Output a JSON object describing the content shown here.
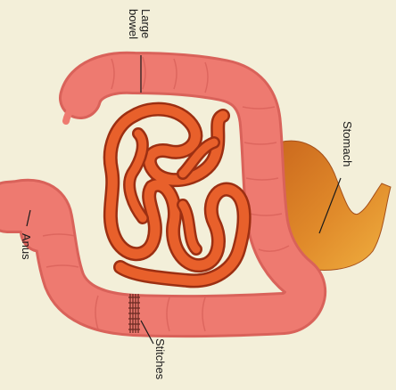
{
  "labels": {
    "large_bowel_line1": "Large",
    "large_bowel_line2": "bowel",
    "stomach": "Stomach",
    "anus": "Anus",
    "stitches": "Stitches"
  },
  "colors": {
    "background": "#f3efd9",
    "bowel": "#ee7a70",
    "bowel_shadow": "#d9625a",
    "small_intestine": "#e8602b",
    "small_intestine_outline": "#9c2f12",
    "stomach": "#e08a2a",
    "stitches": "#6b2a22"
  }
}
